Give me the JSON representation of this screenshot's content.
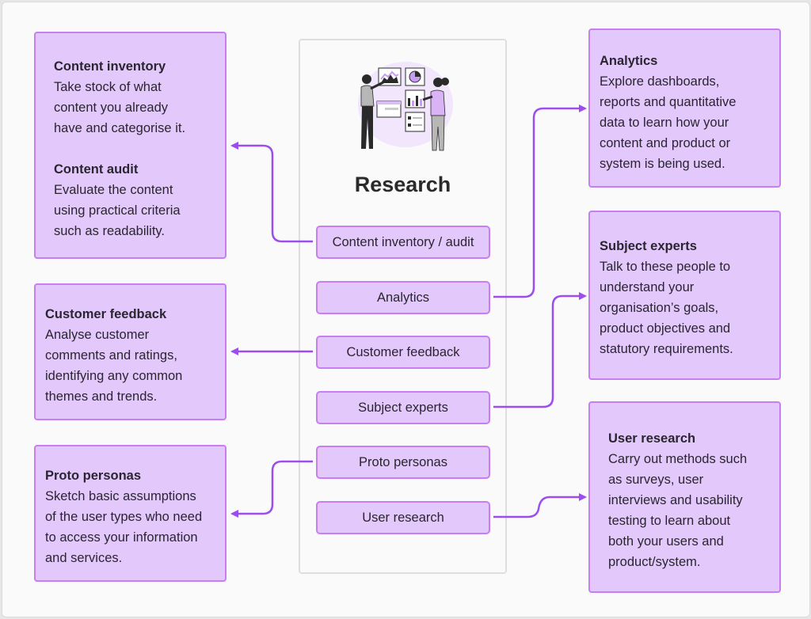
{
  "diagram": {
    "title": "Research",
    "accent_color": "#9b4dee",
    "card_fill": "#e3c9fb",
    "card_border": "#c77ef2",
    "illustration": "two-people-reviewing-charts-illustration",
    "center_items": [
      {
        "label": "Content inventory / audit",
        "direction": "left"
      },
      {
        "label": "Analytics",
        "direction": "right"
      },
      {
        "label": "Customer feedback",
        "direction": "left"
      },
      {
        "label": "Subject experts",
        "direction": "right"
      },
      {
        "label": "Proto personas",
        "direction": "left"
      },
      {
        "label": "User research",
        "direction": "right"
      }
    ],
    "left_cards": [
      {
        "blocks": [
          {
            "title": "Content inventory",
            "desc": "Take stock of what\ncontent you already\nhave and categorise it."
          },
          {
            "title": "Content audit",
            "desc": "Evaluate the content\nusing practical criteria\nsuch as readability."
          }
        ]
      },
      {
        "blocks": [
          {
            "title": "Customer feedback",
            "desc": "Analyse customer\ncomments and ratings,\nidentifying any common\nthemes and trends."
          }
        ]
      },
      {
        "blocks": [
          {
            "title": "Proto personas",
            "desc": "Sketch basic assumptions\nof the user types who need\nto access your information\nand services."
          }
        ]
      }
    ],
    "right_cards": [
      {
        "blocks": [
          {
            "title": "Analytics",
            "desc": "Explore dashboards,\nreports and quantitative\ndata to learn how your\ncontent and product or\nsystem is being used."
          }
        ]
      },
      {
        "blocks": [
          {
            "title": "Subject experts",
            "desc": "Talk to these people to\nunderstand your\norganisation’s goals,\nproduct objectives and\nstatutory requirements."
          }
        ]
      },
      {
        "blocks": [
          {
            "title": "User research",
            "desc": "Carry out methods such\nas surveys, user\ninterviews and usability\ntesting to learn about\nboth your users and\nproduct/system."
          }
        ]
      }
    ]
  }
}
